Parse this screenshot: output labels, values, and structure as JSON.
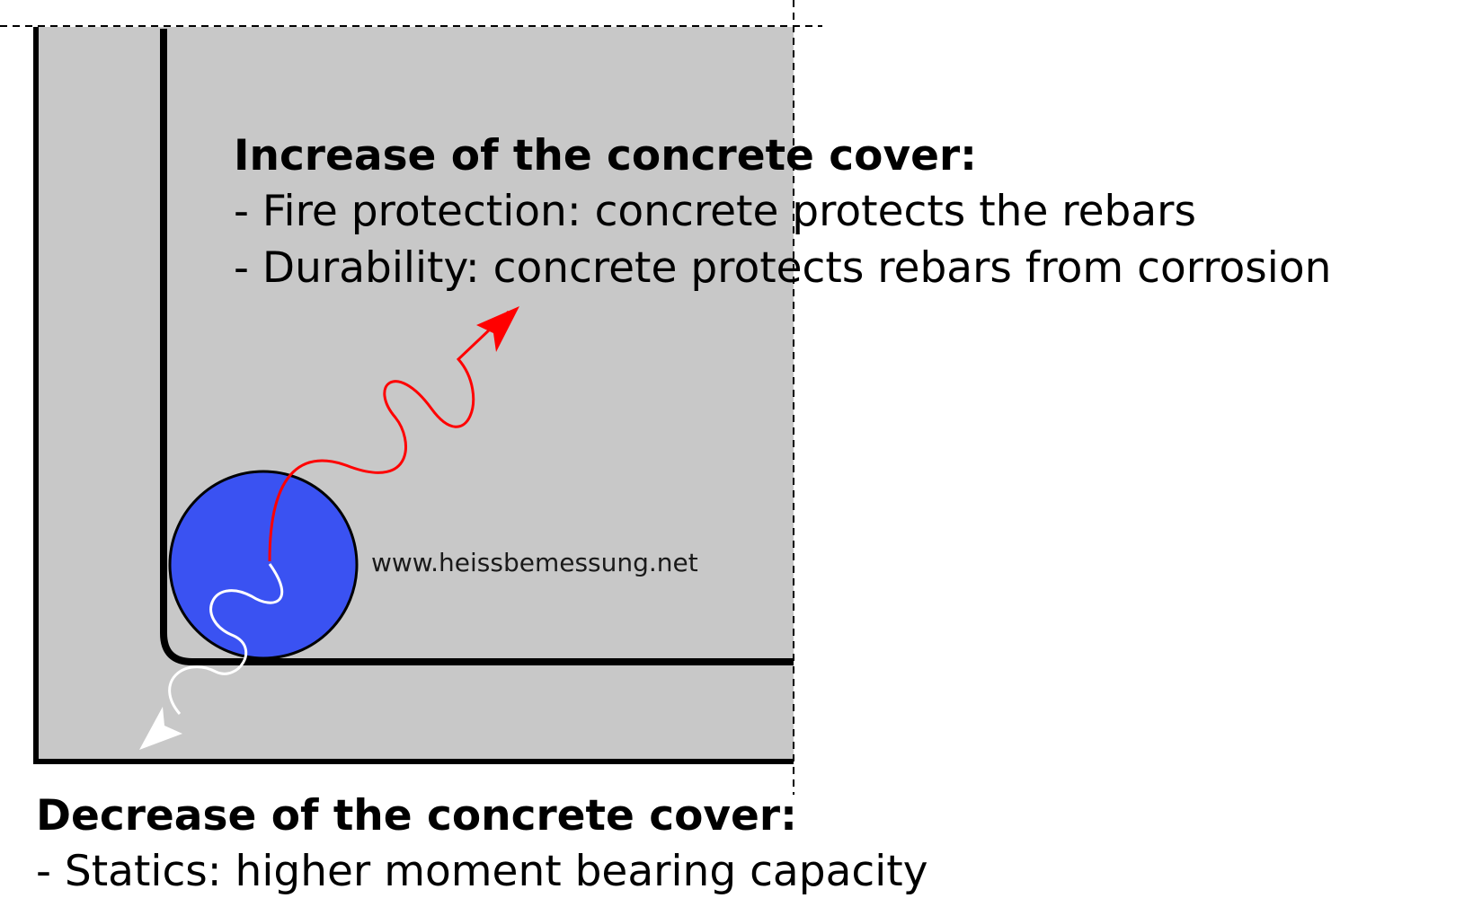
{
  "increase": {
    "title": "Increase of the concrete cover:",
    "items": [
      "- Fire protection: concrete protects the rebars",
      "- Durability: concrete protects rebars from corrosion"
    ]
  },
  "decrease": {
    "title": "Decrease of the concrete cover:",
    "items": [
      "- Statics: higher moment bearing capacity"
    ]
  },
  "watermark": "www.heissbemessung.net",
  "colors": {
    "concrete": "#c8c8c8",
    "rebar": "#3a52f2",
    "increase_arrow": "#ff0000",
    "decrease_arrow": "#ffffff",
    "outline": "#000000"
  }
}
